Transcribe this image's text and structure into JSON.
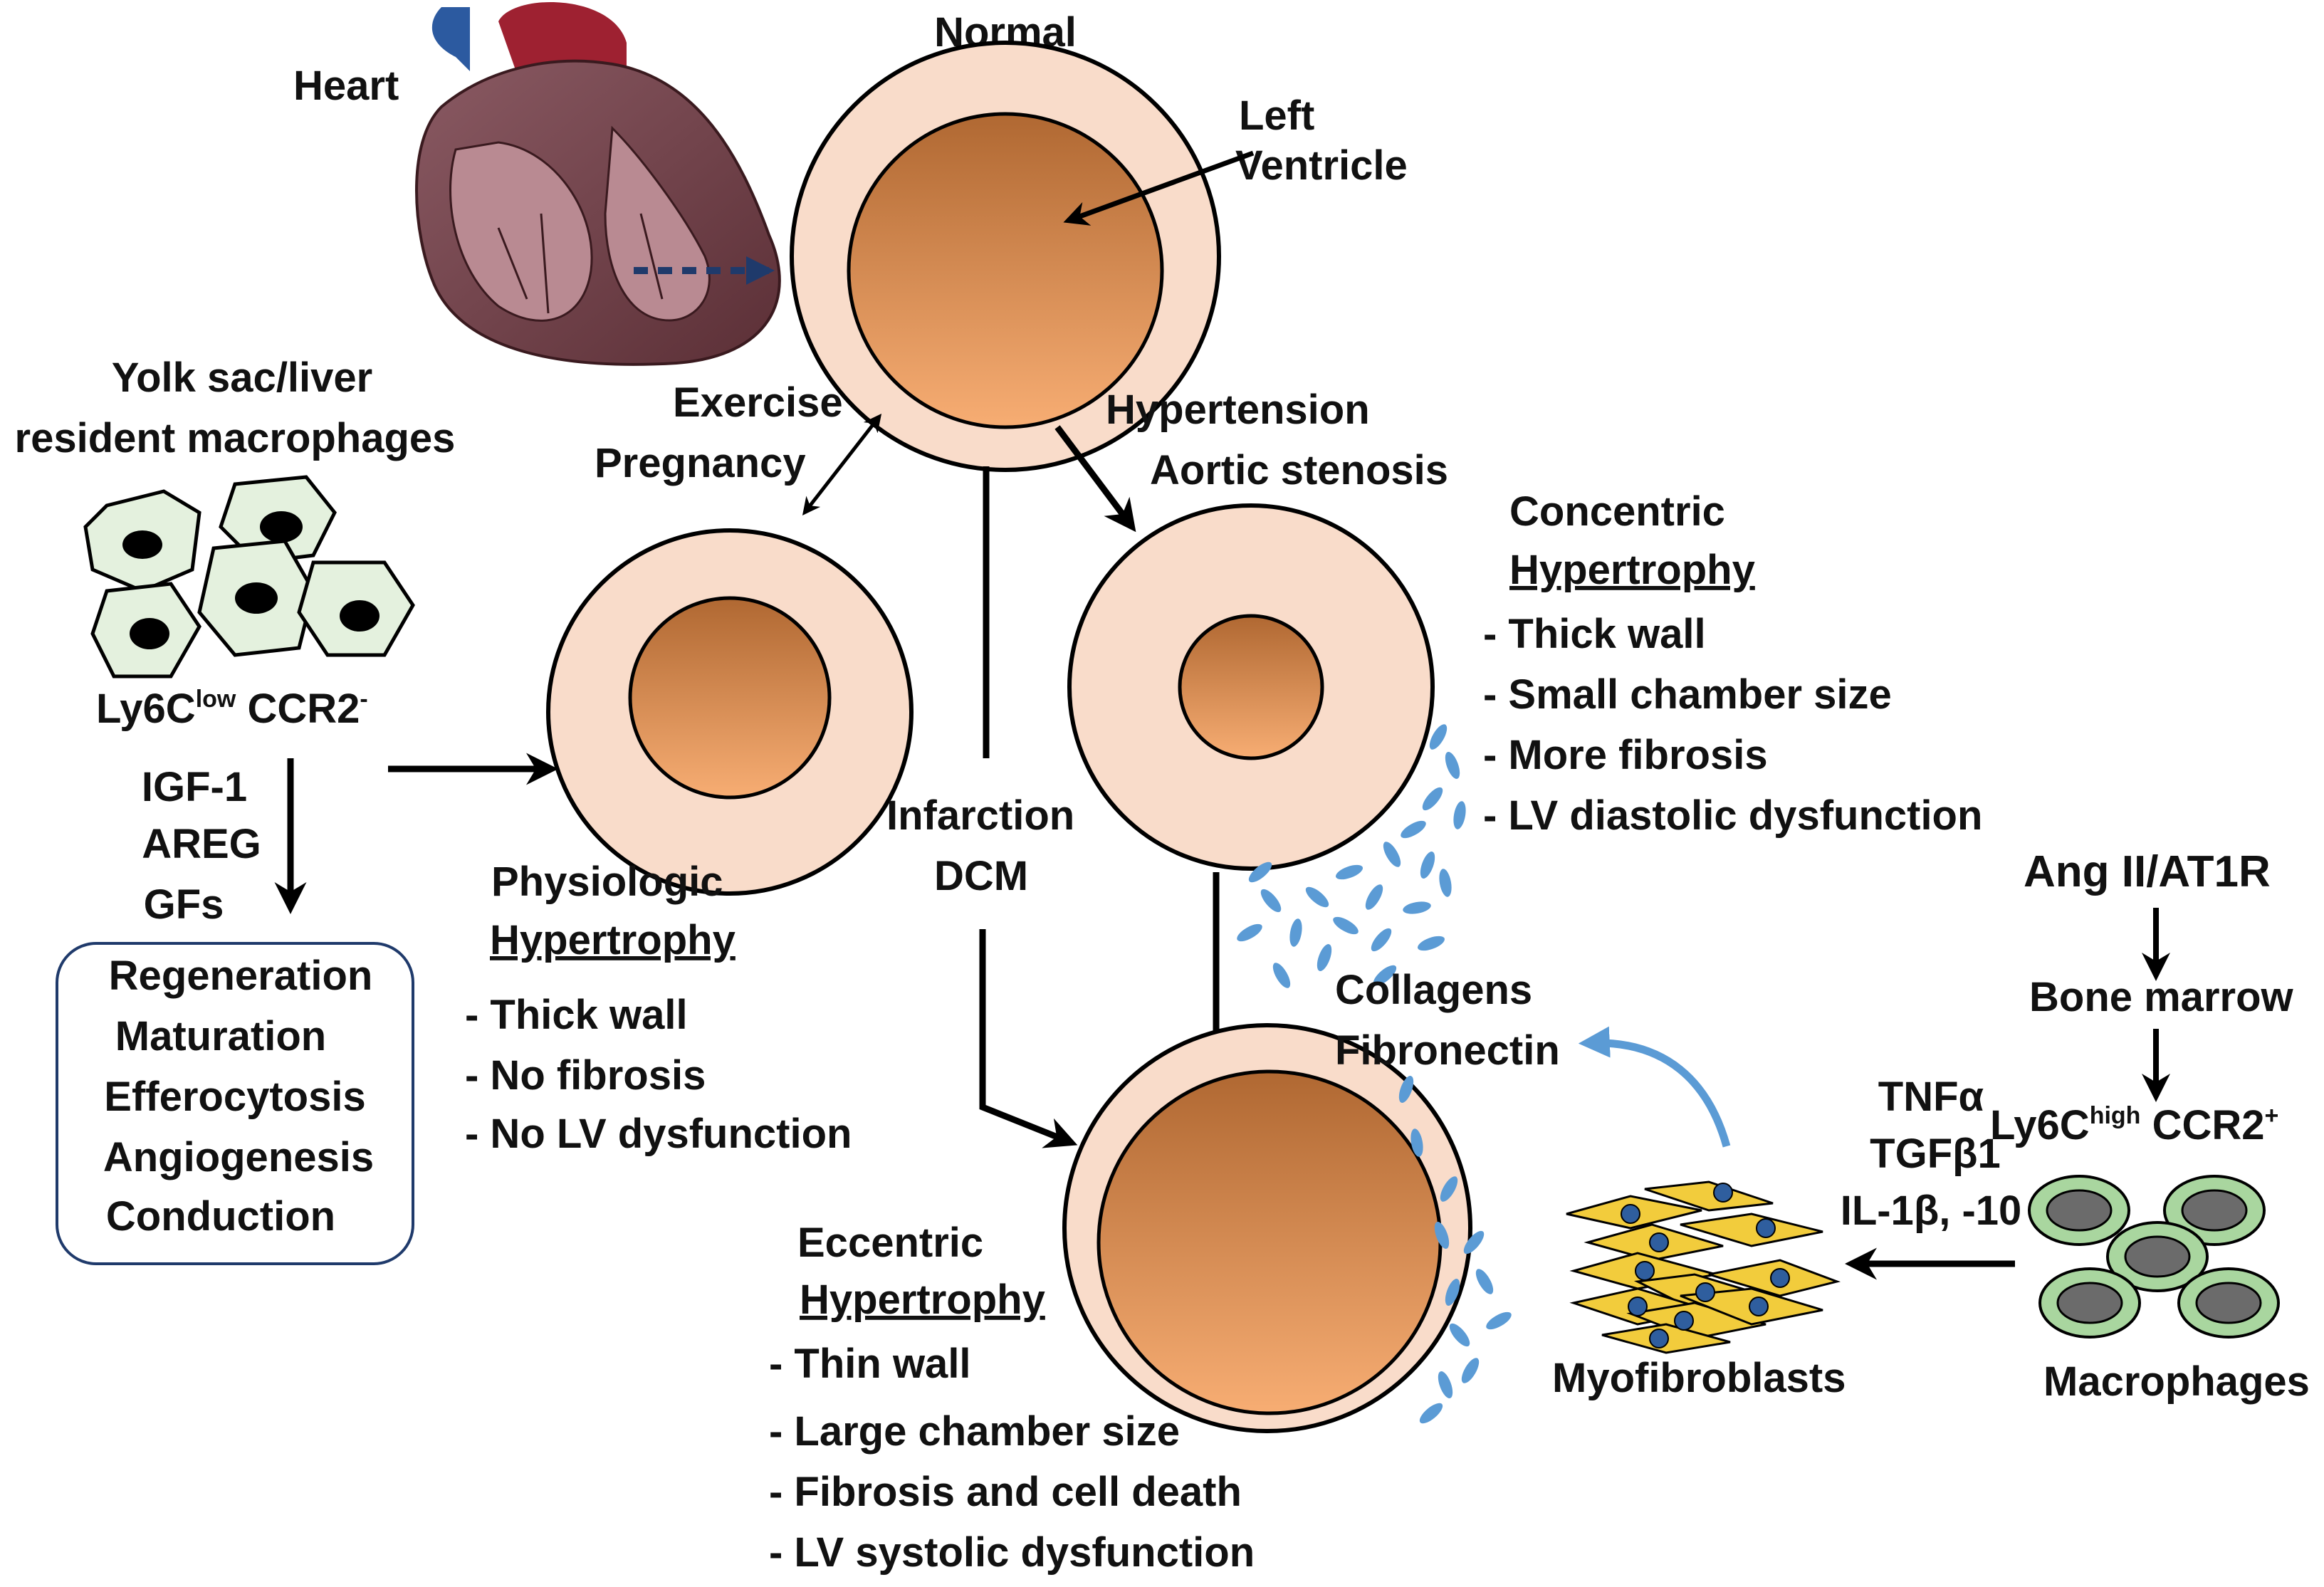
{
  "labels": {
    "heart": "Heart",
    "normal": "Normal",
    "left_ventricle_1": "Left",
    "left_ventricle_2": "Ventricle",
    "yolk_1": "Yolk sac/liver",
    "yolk_2": "resident macrophages",
    "ly6c_low_base": "Ly6C",
    "ly6c_low_sup": "low",
    "ccr2_neg_base": " CCR2",
    "ccr2_neg_sup": "-",
    "igf1": "IGF-1",
    "areg": "AREG",
    "gfs": "GFs",
    "exercise": "Exercise",
    "pregnancy": "Pregnancy",
    "hypertension": "Hypertension",
    "aortic_stenosis": "Aortic stenosis",
    "infarction": "Infarction",
    "dcm": "DCM",
    "collagens": "Collagens",
    "fibronectin": "Fibronectin",
    "angii": "Ang II/AT1R",
    "bone_marrow": "Bone marrow",
    "ly6c_high_base": "Ly6C",
    "ly6c_high_sup": "high",
    "ccr2_pos_base": " CCR2",
    "ccr2_pos_sup": "+",
    "tnfa": "TNFα",
    "tgfb1": "TGFβ1",
    "il1b": "IL-1β, -10",
    "myofibroblasts": "Myofibroblasts",
    "macrophages": "Macrophages"
  },
  "functions_box": [
    "Regeneration",
    "Maturation",
    "Efferocytosis",
    "Angiogenesis",
    "Conduction"
  ],
  "physiologic": {
    "title_1": "Physiologic",
    "title_2": "Hypertrophy",
    "items": [
      "- Thick wall",
      "- No fibrosis",
      "- No LV dysfunction"
    ]
  },
  "concentric": {
    "title_1": "Concentric",
    "title_2": "Hypertrophy",
    "items": [
      "- Thick wall",
      "- Small chamber size",
      "- More fibrosis",
      "- LV diastolic dysfunction"
    ]
  },
  "eccentric": {
    "title_1": "Eccentric",
    "title_2": "Hypertrophy",
    "items": [
      "- Thin wall",
      "- Large chamber size",
      "- Fibrosis and cell death",
      "- LV systolic dysfunction"
    ]
  },
  "colors": {
    "wall": "#f9dcca",
    "chamber_top": "#b06832",
    "chamber_bottom": "#f7ad73",
    "resident_cell": "#e4f1de",
    "recruited_cell": "#a9d69f",
    "nucleus_recruited": "#6b6b6b",
    "myofibroblast": "#f2cc3c",
    "myofibroblast_nucleus": "#2f5e9e",
    "collagen": "#5b9bd5",
    "heart_arrow": "#1f3a6b"
  }
}
